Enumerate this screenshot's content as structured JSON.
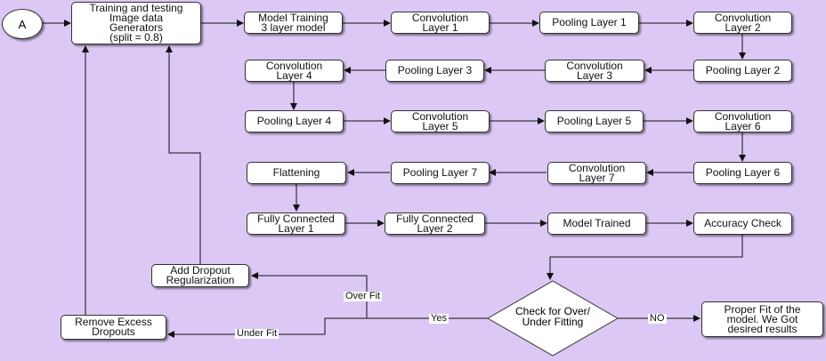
{
  "start": "A",
  "nodes": {
    "generators": "Training and testing\nImage data\nGenerators\n(split = 0.8)",
    "model_training": "Model Training\n3 layer model",
    "conv1": "Convolution\nLayer 1",
    "pool1": "Pooling Layer 1",
    "conv2": "Convolution\nLayer 2",
    "pool2": "Pooling Layer 2",
    "conv3": "Convolution\nLayer 3",
    "pool3": "Pooling Layer 3",
    "conv4": "Convolution\nLayer 4",
    "pool4": "Pooling Layer 4",
    "conv5": "Convolution\nLayer 5",
    "pool5": "Pooling Layer 5",
    "conv6": "Convolution\nLayer 6",
    "pool6": "Pooling Layer 6",
    "conv7": "Convolution\nLayer 7",
    "pool7": "Pooling Layer 7",
    "flattening": "Flattening",
    "fc1": "Fully Connected\nLayer 1",
    "fc2": "Fully Connected\nLayer 2",
    "model_trained": "Model Trained",
    "accuracy_check": "Accuracy Check",
    "add_dropout": "Add Dropout\nRegularization",
    "remove_dropouts": "Remove Excess\nDropouts",
    "check_fit": "Check for Over/\nUnder Fitting",
    "proper_fit": "Proper Fit of the\nmodel. We Got\ndesired results"
  },
  "edge_labels": {
    "over_fit": "Over Fit",
    "under_fit": "Under Fit",
    "yes": "Yes",
    "no": "NO"
  },
  "colors": {
    "background": "#dcc8f5",
    "node_fill": "#ffffff",
    "stroke": "#111111"
  }
}
